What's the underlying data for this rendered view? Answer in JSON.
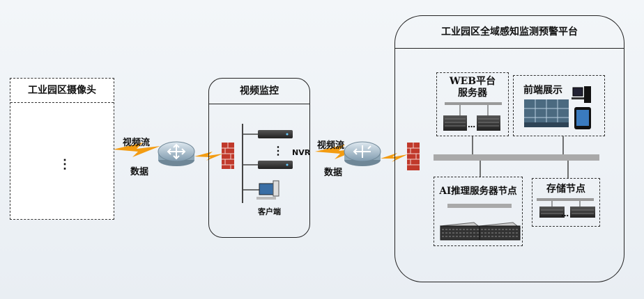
{
  "camera_box": {
    "title": "工业园区摄像头",
    "ellipsis": "⋮"
  },
  "link1": {
    "stream": "视频流",
    "data": "数据"
  },
  "video_monitor": {
    "title": "视频监控",
    "nvr_label": "NVR",
    "client_label": "客户端",
    "ellipsis": "⋮"
  },
  "link2": {
    "stream": "视频流",
    "data": "数据"
  },
  "platform": {
    "title": "工业园区全域感知监测预警平台",
    "web_server": {
      "line1": "WEB平台",
      "line2": "服务器",
      "dots": "⋯"
    },
    "frontend": {
      "title": "前端展示"
    },
    "ai_node": {
      "title": "AI推理服务器节点"
    },
    "storage_node": {
      "title": "存储节点",
      "dots": "⋯"
    }
  },
  "colors": {
    "firewall": "#c0392b",
    "lightning": "#f39c12",
    "bus": "#a9a9a9",
    "router": "#9fb8c8"
  }
}
